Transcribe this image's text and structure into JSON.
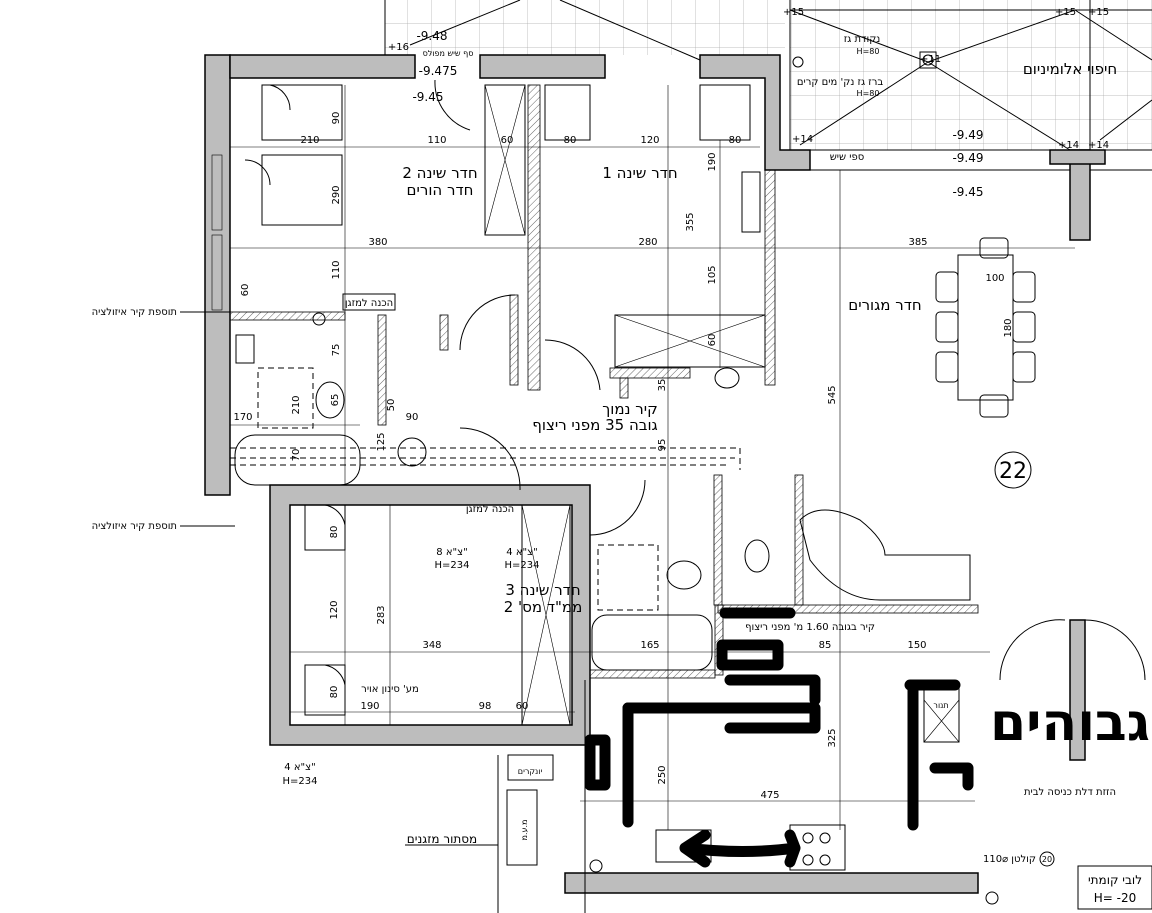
{
  "rooms": {
    "bedroom2": "חדר שינה 2",
    "bedroom2_sub": "חדר הורים",
    "bedroom1": "חדר שינה 1",
    "living": "חדר מגורים",
    "bedroom3": "חדר שינה 3",
    "bedroom3_sub": "ממ\"ד מס' 2"
  },
  "notes": {
    "low_wall_1": "קיר נמוך",
    "low_wall_2": "גובה 35 מפני ריצוף",
    "ac_prep_1": "הכנה למזגן",
    "ac_prep_2": "הכנה למזגן",
    "insulation_1": "תוספת קיר איזולציה",
    "insulation_2": "תוספת קיר איזולציה",
    "air_filter": "מע' סינון אויר",
    "vent_8": "צ\"א 8\"",
    "vent_8_h": "H=234",
    "vent_4a": "צ\"א 4\"",
    "vent_4a_h": "H=234",
    "vent_4b": "צ\"א 4\"",
    "vent_4b_h": "H=234",
    "ac_screen": "מסתור מזגנים",
    "louvers": "יונקרים",
    "mam": "מ.ע.מ",
    "wall_160": "קיר בגובה 1.60 מ' מפני ריצוף",
    "oven": "תנור",
    "move_door": "הזזת דלת כניסה לבית",
    "collector": "קולטן ⌀110",
    "collector_num": "20",
    "lobby": "לובי קומתי",
    "lobby_h": "H= -20",
    "unit_num": "22",
    "alu_cladding": "חיפוי אלומיניום",
    "marble_sill": "ספי שיש",
    "gas_tap": "ברז גז נק' מים קרים",
    "gas_tap_h": "H=80",
    "gas_point": "נקודת גז",
    "gas_point_h": "H=80",
    "leveled_sill": "סף שיש מפולס",
    "handwritten": "גבוהים"
  },
  "levels": [
    "-9.48",
    "-9.475",
    "-9.45",
    "-9.49",
    "-9.49",
    "-9.45",
    "+15",
    "+15",
    "+15",
    "+16",
    "+11",
    "+14",
    "+14",
    "+14"
  ],
  "dims": {
    "d110": "110",
    "d60a": "60",
    "d80a": "80",
    "d120a": "120",
    "d80b": "80",
    "d210a": "210",
    "d90a": "90",
    "d190a": "190",
    "d290": "290",
    "d380": "380",
    "d280": "280",
    "d385": "385",
    "d355": "355",
    "d110b": "110",
    "d105": "105",
    "d60b": "60",
    "d100": "100",
    "d180": "180",
    "d75": "75",
    "d60c": "60",
    "d35": "35",
    "d545": "545",
    "d210b": "210",
    "d65": "65",
    "d170": "170",
    "d50": "50",
    "d90b": "90",
    "d125": "125",
    "d70": "70",
    "d95": "95",
    "d80c": "80",
    "d120b": "120",
    "d283": "283",
    "d348": "348",
    "d165": "165",
    "d85": "85",
    "d150": "150",
    "d80d": "80",
    "d190b": "190",
    "d98": "98",
    "d60d": "60",
    "d250": "250",
    "d325": "325",
    "d475": "475"
  }
}
